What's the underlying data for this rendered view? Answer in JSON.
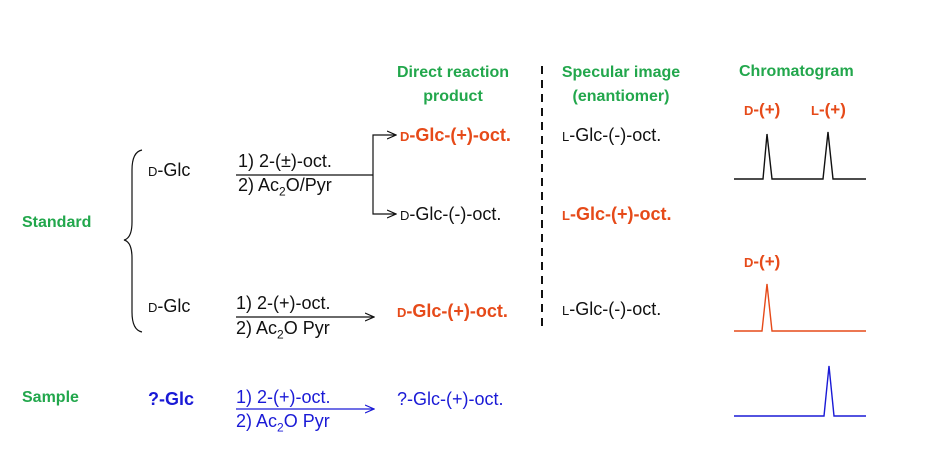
{
  "headers": {
    "direct_reaction_1": "Direct reaction",
    "direct_reaction_2": "product",
    "specular_1": "Specular image",
    "specular_2": "(enantiomer)",
    "chromatogram": "Chromatogram"
  },
  "labels": {
    "standard": "Standard",
    "sample": "Sample"
  },
  "peak_labels": {
    "d_plus_a_sc": "D",
    "d_plus_a_rest": "-(+)",
    "l_plus_sc": "L",
    "l_plus_rest": "-(+)",
    "d_plus_b_sc": "D",
    "d_plus_b_rest": "-(+)"
  },
  "row1": {
    "start_sc": "D",
    "start_rest": "-Glc",
    "step1_pre": "1) 2-(",
    "step1_pm": "±",
    "step1_post": ")-oct.",
    "step2_pre": "2) Ac",
    "step2_sub": "2",
    "step2_post": "O/Pyr",
    "product_a_sc": "D",
    "product_a_rest": "-Glc-(+)-oct.",
    "product_b_sc": "D",
    "product_b_rest": "-Glc-(-)-oct.",
    "mirror_a_sc": "L",
    "mirror_a_rest": "-Glc-(-)-oct.",
    "mirror_b_sc": "L",
    "mirror_b_rest": "-Glc-(+)-oct."
  },
  "row2": {
    "start_sc": "D",
    "start_rest": "-Glc",
    "step1": "1) 2-(+)-oct.",
    "step2_pre": "2) Ac",
    "step2_sub": "2",
    "step2_post": "O Pyr",
    "product_sc": "D",
    "product_rest": "-Glc-(+)-oct.",
    "mirror_sc": "L",
    "mirror_rest": "-Glc-(-)-oct."
  },
  "row3": {
    "start": "?-Glc",
    "step1": "1) 2-(+)-oct.",
    "step2_pre": "2) Ac",
    "step2_sub": "2",
    "step2_post": "O Pyr",
    "product": "?-Glc-(+)-oct."
  },
  "colors": {
    "green": "#22a74c",
    "red": "#e64a19",
    "blue": "#1a1ad6",
    "black": "#111111"
  }
}
